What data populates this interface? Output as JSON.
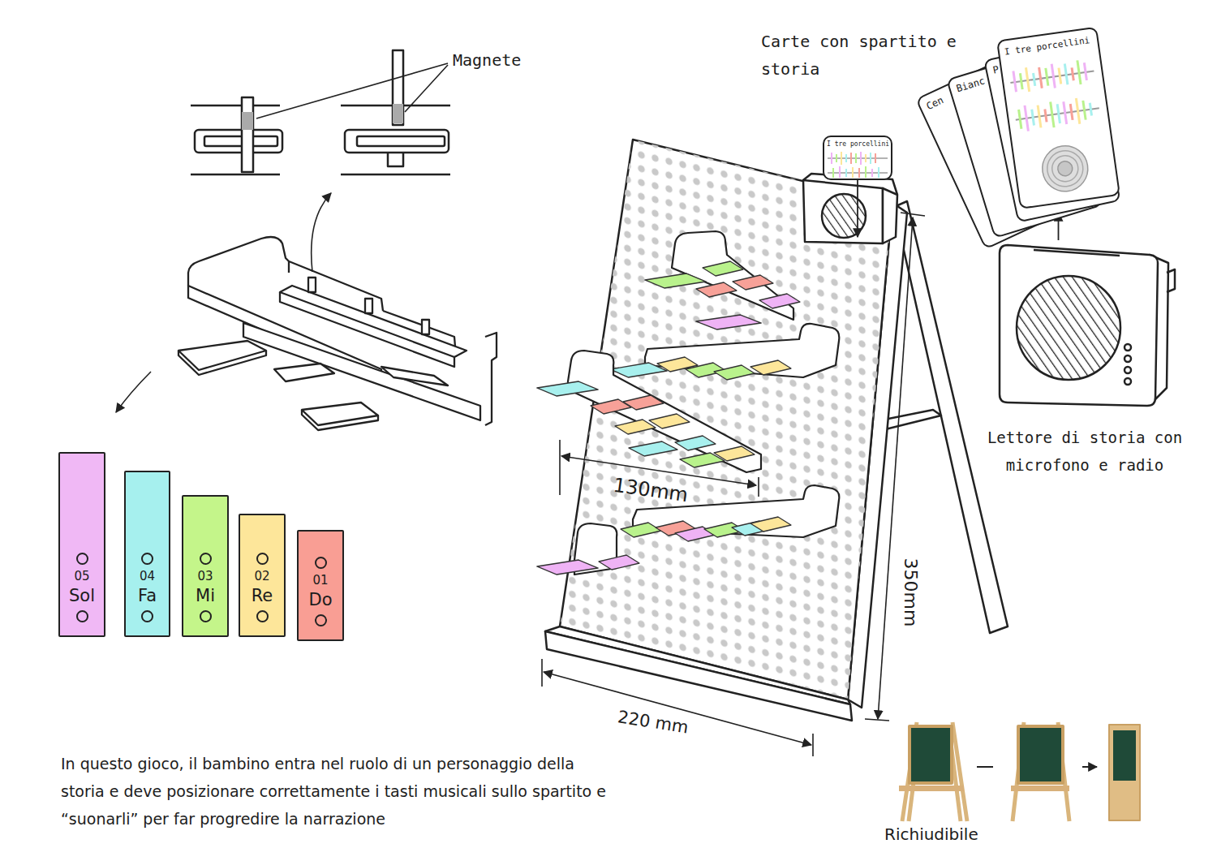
{
  "diagram": {
    "caption": "In questo gioco, il bambino entra nel ruolo di un personaggio della storia e deve posizionare correttamente i tasti musicali sullo spartito e “suonarli” per far progredire la narrazione",
    "nodes": [
      {
        "text": [
          "Cen"
        ]
      },
      {
        "text": [
          "Bianc"
        ]
      },
      {
        "text": [
          "P"
        ]
      },
      {
        "text": [
          "I tre porcellini"
        ]
      },
      {
        "text": [
          "I tre porcellini"
        ]
      },
      {
        "text": [
          "Lettore di storia con microfono e radio"
        ]
      },
      {
        "text": [
          "05",
          "Sol"
        ]
      },
      {
        "text": [
          "04",
          "Fa"
        ]
      },
      {
        "text": [
          "03",
          "Mi"
        ]
      },
      {
        "text": [
          "02",
          "Re"
        ]
      },
      {
        "text": [
          "01",
          "Do"
        ]
      }
    ],
    "edges": [
      {
        "from": 4,
        "to": 5,
        "arrow": "to"
      },
      {
        "from": 5,
        "to": 3,
        "arrow": "to"
      }
    ],
    "labels": [
      "Magnete",
      "Carte con spartito e storia",
      "130mm",
      "350mm",
      "220 mm",
      "Richiudibile"
    ]
  }
}
